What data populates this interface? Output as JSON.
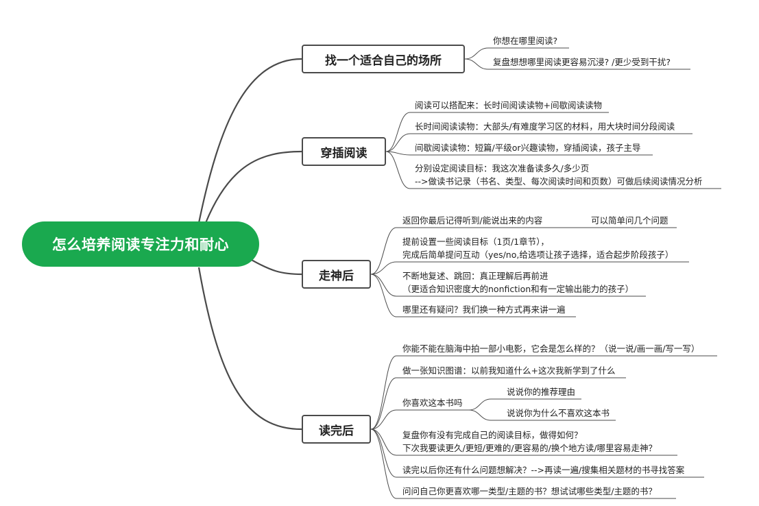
{
  "root": {
    "label": "怎么培养阅读专注力和耐心"
  },
  "branches": [
    {
      "label": "找一个适合自己的场所",
      "items": [
        "你想在哪里阅读?",
        "复盘想想哪里阅读更容易沉浸? /更少受到干扰?"
      ]
    },
    {
      "label": "穿插阅读",
      "items": [
        "阅读可以搭配来：长时间阅读读物+间歇阅读读物",
        "长时间阅读读物：大部头/有难度学习区的材料，用大块时间分段阅读",
        "间歇阅读读物：短篇/平级or兴趣读物，穿插阅读，孩子主导",
        "分别设定阅读目标：我这次准备读多久/多少页",
        "-->做读书记录（书名、类型、每次阅读时间和页数）可做后续阅读情况分析"
      ]
    },
    {
      "label": "走神后",
      "items": [
        "返回你最后记得听到/能说出来的内容",
        "可以简单问几个问题",
        "提前设置一些阅读目标（1页/1章节），",
        "完成后简单提问互动（yes/no,给选项让孩子选择，适合起步阶段孩子）",
        "不断地复述、跳回：真正理解后再前进",
        "（更适合知识密度大的nonfiction和有一定输出能力的孩子）",
        "哪里还有疑问？我们换一种方式再来讲一遍"
      ]
    },
    {
      "label": "读完后",
      "items": [
        "你能不能在脑海中拍一部小电影，它会是怎么样的？（说一说/画一画/写一写）",
        "做一张知识图谱：以前我知道什么+这次我新学到了什么",
        "你喜欢这本书吗",
        "说说你的推荐理由",
        "说说你为什么不喜欢这本书",
        "复盘你有没有完成自己的阅读目标，做得如何？",
        "下次我要读更久/更短/更难的/更容易的/换个地方读/哪里容易走神？",
        "读完以后你还有什么问题想解决？-->再读一遍/搜集相关题材的书寻找答案",
        "问问自己你更喜欢哪一类型/主题的书？想试试哪些类型/主题的书？"
      ]
    }
  ],
  "colors": {
    "root_fill": "#1aa94f",
    "line": "#4a4a4a"
  }
}
